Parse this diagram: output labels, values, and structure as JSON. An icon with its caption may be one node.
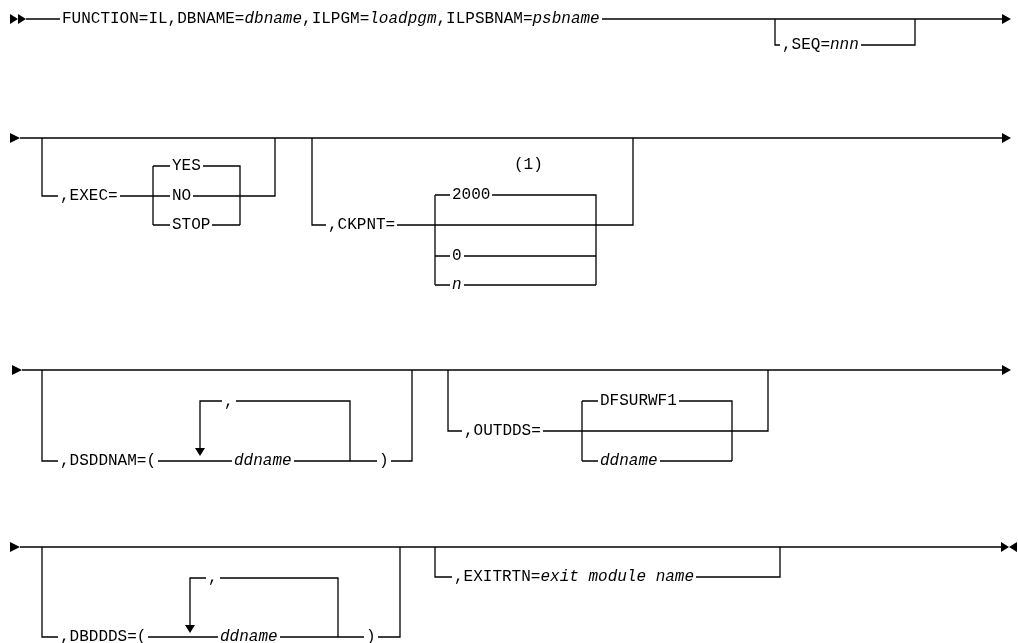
{
  "diagram": {
    "labels": [
      "FUNCTION=IL,DBNAME=*dbname*,ILPGM=*loadpgm*,ILPSBNAM=*psbname*",
      ",SEQ=*nnn*",
      ",EXEC=",
      "YES",
      "NO",
      "STOP",
      "(1)",
      ",CKPNT=",
      "2000",
      "0",
      "n",
      ",",
      ",DSDDNAM=(",
      "ddname",
      ")",
      ",OUTDDS=",
      "DFSURWF1",
      "ddname",
      ",",
      ",DBDDDS=(",
      "ddname",
      ")",
      ",EXITRTN=*exit module name*"
    ]
  }
}
